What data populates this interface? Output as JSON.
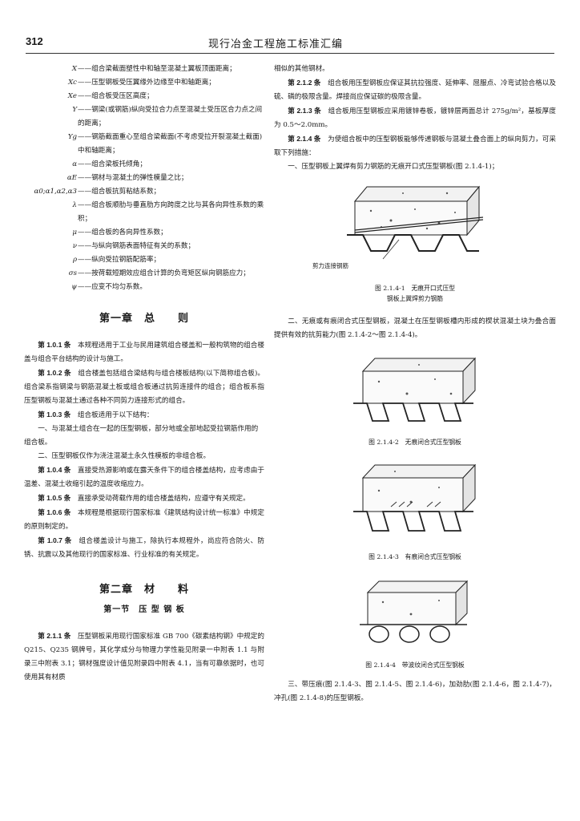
{
  "header": {
    "page_number": "312",
    "running_title": "现行冶金工程施工标准汇编"
  },
  "notation": [
    {
      "sym": "X",
      "desc": "——组合梁截面塑性中和轴至混凝土翼板顶面距离；"
    },
    {
      "sym": "Xc",
      "desc": "——压型钢板受压翼缘外边缘至中和轴距离；"
    },
    {
      "sym": "Xe",
      "desc": "——组合板受压区高度；"
    },
    {
      "sym": "Y",
      "desc": "——钢梁(或钢筋)纵向受拉合力点至混凝土受压区合力点之间的距离；"
    },
    {
      "sym": "Yg",
      "desc": "——钢筋截面重心至组合梁截面(不考虑受拉开裂混凝土截面)中和轴距离；"
    },
    {
      "sym": "α",
      "desc": "——组合梁板托倾角；"
    },
    {
      "sym": "αE",
      "desc": "——钢材与混凝土的弹性模量之比；"
    },
    {
      "sym": "α0;α1,α2,α3",
      "desc": "——组合板抗剪粘结系数；"
    },
    {
      "sym": "λ",
      "desc": "——组合板顺肋与垂直肋方向跨度之比与其各向异性系数的乘积；"
    },
    {
      "sym": "μ",
      "desc": "——组合板的各向异性系数；"
    },
    {
      "sym": "ν",
      "desc": "——与纵向钢筋表面特征有关的系数；"
    },
    {
      "sym": "ρ",
      "desc": "——纵向受拉钢筋配筋率；"
    },
    {
      "sym": "σs",
      "desc": "——按荷载短期效应组合计算的负弯矩区纵向钢筋应力；"
    },
    {
      "sym": "ψ",
      "desc": "——应变不均匀系数。"
    }
  ],
  "chapter1": {
    "title": "第一章　总　　则",
    "articles": [
      {
        "no": "第 1.0.1 条",
        "text": "本规程适用于工业与民用建筑组合楼盖和一般构筑物的组合楼盖与组合平台结构的设计与施工。"
      },
      {
        "no": "第 1.0.2 条",
        "text": "组合楼盖包括组合梁结构与组合楼板结构(以下简称组合板)。组合梁系指钢梁与钢筋混凝土板或组合板通过抗剪连接件的组合；组合板系指压型钢板与混凝土通过各种不同剪力连接形式的组合。"
      },
      {
        "no": "第 1.0.3 条",
        "text": "组合板适用于以下结构："
      },
      {
        "item": "一、与混凝土组合在一起的压型钢板，部分地或全部地起受拉钢筋作用的组合板。"
      },
      {
        "item": "二、压型钢板仅作为浇注混凝土永久性模板的非组合板。"
      },
      {
        "no": "第 1.0.4 条",
        "text": "直接受热源影响或在露天条件下的组合楼盖结构，应考虑由于温差、混凝土收缩引起的温度收缩应力。"
      },
      {
        "no": "第 1.0.5 条",
        "text": "直接承受动荷载作用的组合楼盖结构，应遵守有关规定。"
      },
      {
        "no": "第 1.0.6 条",
        "text": "本规程是根据现行国家标准《建筑结构设计统一标准》中规定的原则制定的。"
      },
      {
        "no": "第 1.0.7 条",
        "text": "组合楼盖设计与施工，除执行本规程外，尚应符合防火、防锈、抗震以及其他现行的国家标准、行业标准的有关规定。"
      }
    ]
  },
  "chapter2": {
    "title": "第二章　材　　料",
    "section1": "第一节　压 型 钢 板",
    "art211": {
      "no": "第 2.1.1 条",
      "text": "压型钢板采用现行国家标准 GB 700《碳素结构钢》中规定的 Q215、Q235 钢牌号，其化学成分与物理力学性能见附录一中附表 1.1 与附录三中附表 3.1；钢材强度设计值见附录四中附表 4.1，当有可靠依据时，也可使用其有材质"
    }
  },
  "right": {
    "cont_text": "相似的其他钢材。",
    "art212": {
      "no": "第 2.1.2 条",
      "text": "组合板用压型钢板应保证其抗拉强度、延伸率、屈服点、冷弯试验合格以及硫、磷的极限含量。焊接尚应保证碳的极限含量。"
    },
    "art213": {
      "no": "第 2.1.3 条",
      "text": "组合板用压型钢板应采用镀锌卷板，镀锌层两面总计 275g/m²，基板厚度为 0.5～2.0mm。"
    },
    "art214": {
      "no": "第 2.1.4 条",
      "text": "为使组合板中的压型钢板能够传递钢板与混凝土叠合面上的纵向剪力，可采取下列措施："
    },
    "item1": "一、压型钢板上翼焊有剪力钢筋的无痕开口式压型钢板(图 2.1.4-1)；",
    "fig1_callout": "剪力连接钢筋",
    "fig1_caption_l1": "图 2.1.4-1　无痕开口式压型",
    "fig1_caption_l2": "钢板上翼焊剪力钢筋",
    "item2": "二、无痕或有痕闭合式压型钢板，混凝土在压型钢板槽内形成的楔状混凝土块为叠合面提供有效的抗剪能力(图 2.1.4-2～图 2.1.4-4)。",
    "fig2_caption": "图 2.1.4-2　无痕闭合式压型钢板",
    "fig3_caption": "图 2.1.4-3　有痕闭合式压型钢板",
    "fig4_caption": "图 2.1.4-4　带波纹闭合式压型钢板",
    "item3": "三、带压痕(图 2.1.4-3、图 2.1.4-5、图 2.1.4-6)，加劲肋(图 2.1.4-6，图 2.1.4-7)，冲孔(图 2.1.4-8)的压型钢板。"
  }
}
